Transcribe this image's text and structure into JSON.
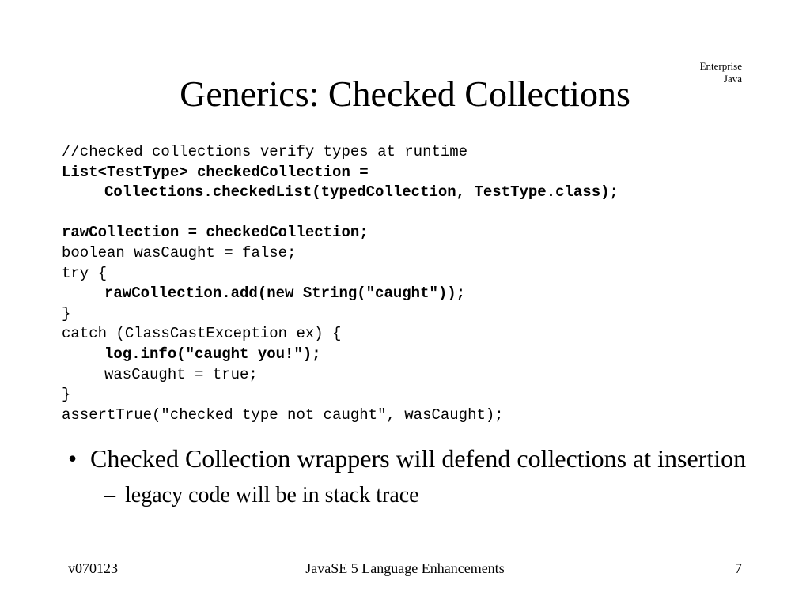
{
  "header": {
    "corner_line1": "Enterprise",
    "corner_line2": "Java",
    "title": "Generics: Checked Collections"
  },
  "code_lines": [
    "//checked collections verify types at runtime",
    "List<TestType> checkedCollection =",
    "Collections.checkedList(typedCollection, TestType.class);",
    "",
    "rawCollection = checkedCollection;",
    "boolean wasCaught = false;",
    "try {",
    "rawCollection.add(new String(\"caught\"));",
    "}",
    "catch (ClassCastException ex) {",
    "log.info(\"caught you!\");",
    "wasCaught = true;",
    "}",
    "assertTrue(\"checked type not caught\", wasCaught);"
  ],
  "bullets": {
    "main_marker": "•",
    "main_text": "Checked Collection wrappers will defend collections at insertion",
    "sub_marker": "–",
    "sub_text": "legacy code will be in stack trace"
  },
  "footer": {
    "version": "v070123",
    "course": "JavaSE 5 Language Enhancements",
    "page_number": "7"
  }
}
